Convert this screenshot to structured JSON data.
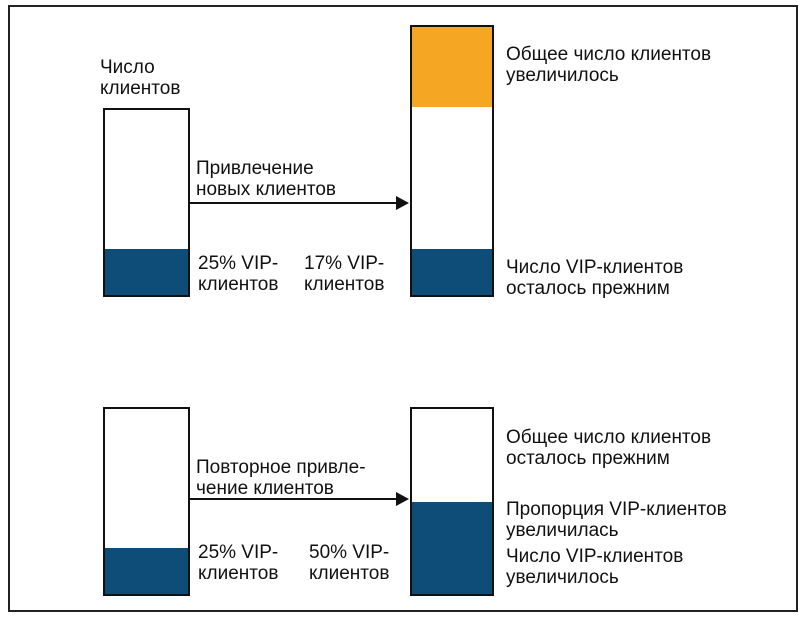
{
  "colors": {
    "vip": "#0e4d78",
    "new_clients": "#f5a623"
  },
  "top": {
    "left_label": "Число\nклиентов",
    "arrow_label": "Привлечение\nновых клиентов",
    "left_pct": "25% VIP-\nклиентов",
    "right_pct": "17% VIP-\nклиентов",
    "right_top_note": "Общее число клиентов\nувеличилось",
    "right_bottom_note": "Число VIP-клиентов\nосталось прежним",
    "left_vip_share": 0.25,
    "right_vip_share": 0.17,
    "right_new_share": 0.3
  },
  "bottom": {
    "arrow_label": "Повторное привле-\nчение клиентов",
    "left_pct": "25% VIP-\nклиентов",
    "right_pct": "50% VIP-\nклиентов",
    "right_top_note": "Общее число клиентов\nосталось прежним",
    "right_mid_note": "Пропорция VIP-клиентов\nувеличилась",
    "right_bottom_note": "Число VIP-клиентов\nувеличилось",
    "left_vip_share": 0.25,
    "right_vip_share": 0.5
  }
}
